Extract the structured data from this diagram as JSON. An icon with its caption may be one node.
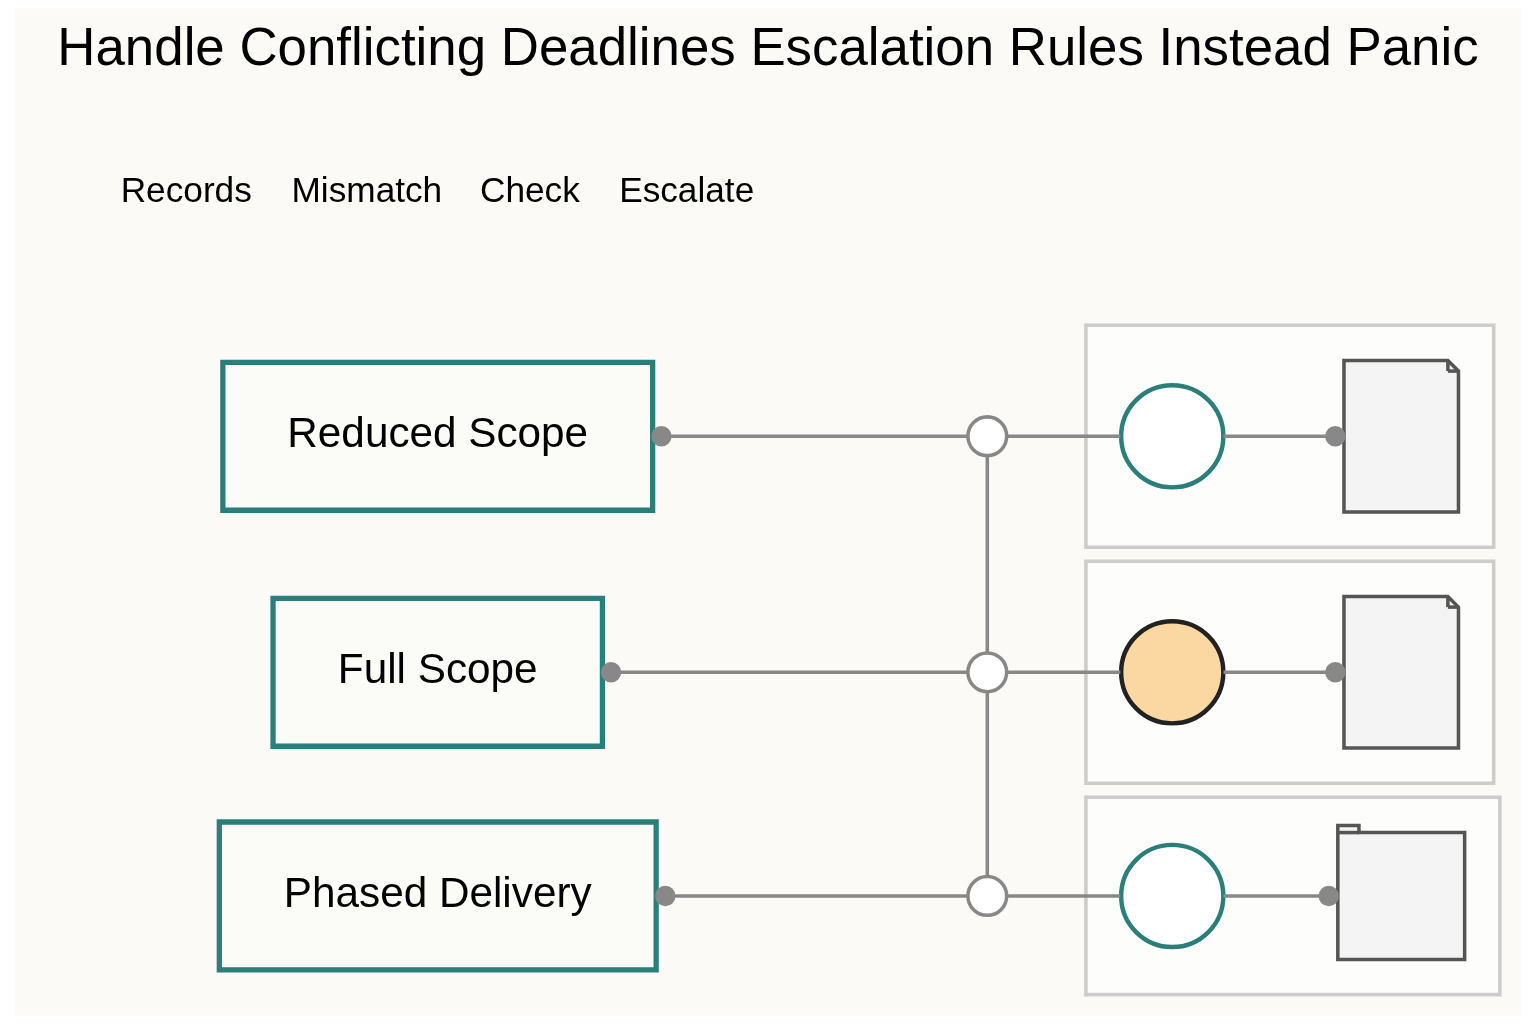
{
  "diagram": {
    "title": "Handle Conflicting Deadlines Escalation Rules Instead Panic",
    "nodes": [
      {
        "text": [
          "Reduced Scope"
        ]
      },
      {
        "text": [
          "Full Scope"
        ]
      },
      {
        "text": [
          "Phased Delivery"
        ]
      },
      {
        "text": [],
        "shape": "circle"
      },
      {
        "text": [],
        "shape": "circle"
      },
      {
        "text": [],
        "shape": "circle"
      },
      {
        "text": [],
        "shape": "box"
      },
      {
        "text": [],
        "shape": "box"
      },
      {
        "text": [],
        "shape": "box"
      },
      {
        "text": [],
        "shape": "circle",
        "in": 6
      },
      {
        "text": [],
        "shape": "document",
        "in": 6
      },
      {
        "text": [],
        "shape": "circle",
        "in": 7
      },
      {
        "text": [],
        "shape": "document",
        "in": 7
      },
      {
        "text": [],
        "shape": "circle",
        "in": 8
      },
      {
        "text": [],
        "shape": "calendar",
        "in": 8
      }
    ],
    "edges": [
      {
        "from": 0,
        "to": 3,
        "arrow": "other"
      },
      {
        "from": 1,
        "to": 4,
        "arrow": "other"
      },
      {
        "from": 2,
        "to": 5,
        "arrow": "other"
      },
      {
        "from": 3,
        "to": 4,
        "arrow": "none"
      },
      {
        "from": 4,
        "to": 5,
        "arrow": "none"
      },
      {
        "from": 3,
        "to": 9,
        "arrow": "none"
      },
      {
        "from": 4,
        "to": 11,
        "arrow": "none"
      },
      {
        "from": 5,
        "to": 13,
        "arrow": "none"
      },
      {
        "from": 9,
        "to": 10,
        "arrow": "other"
      },
      {
        "from": 11,
        "to": 12,
        "arrow": "other"
      },
      {
        "from": 13,
        "to": 14,
        "arrow": "other"
      }
    ],
    "legend": [
      {
        "text": "Records"
      },
      {
        "text": "Mismatch"
      },
      {
        "text": "Check"
      },
      {
        "text": "Escalate"
      }
    ]
  }
}
